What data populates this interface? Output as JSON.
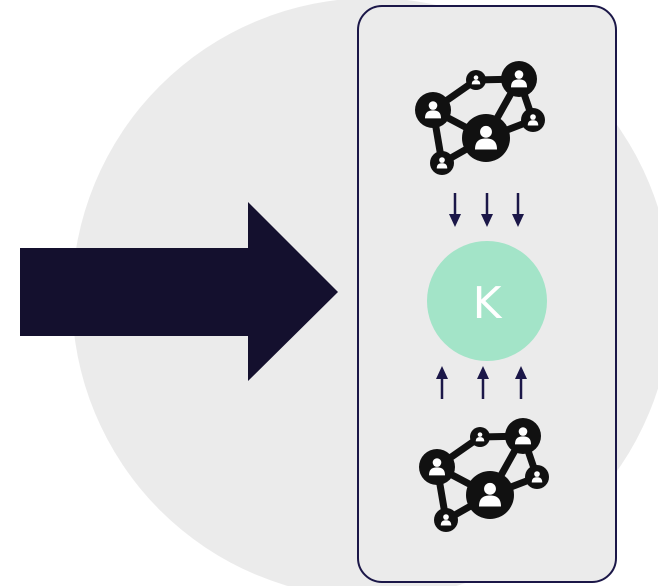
{
  "diagram": {
    "center_node": {
      "label": "K",
      "fill": "#a3e4c8",
      "text_color": "#ffffff"
    },
    "colors": {
      "background_circle": "#ebebeb",
      "arrow": "#14102e",
      "panel_stroke": "#1b1748",
      "network_nodes": "#111111",
      "small_arrows": "#1b1748"
    },
    "icons": {
      "top_network": "people-network-icon",
      "bottom_network": "people-network-icon",
      "main_arrow": "arrow-right-icon",
      "down_arrows": "arrow-down-icon",
      "up_arrows": "arrow-up-icon"
    },
    "down_arrow_count": 3,
    "up_arrow_count": 3
  }
}
